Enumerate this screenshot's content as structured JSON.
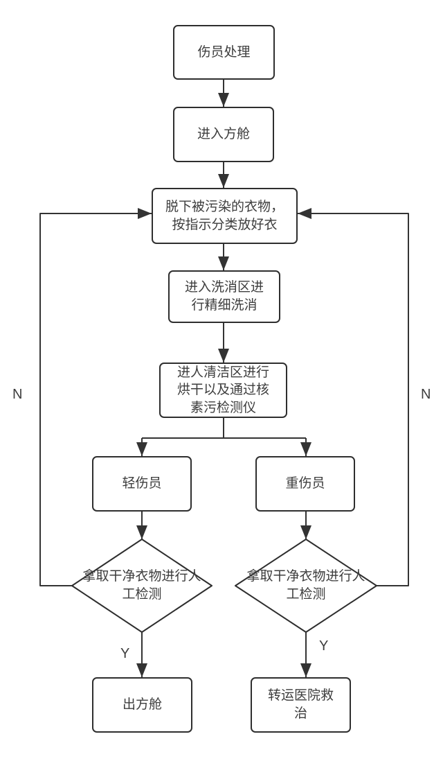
{
  "diagram": {
    "colors": {
      "background": "#ffffff",
      "line": "#333333",
      "node_border": "#2e2e2e",
      "node_fill": "#ffffff",
      "text": "#3d3d3d"
    },
    "nodes": {
      "start": {
        "label": "伤员处理",
        "shape": "process"
      },
      "enter_cabin": {
        "label": "进入方舱",
        "shape": "process"
      },
      "undress": {
        "label": "脱下被污染的衣物，\n按指示分类放好衣",
        "shape": "process"
      },
      "wash": {
        "label": "进入洗消区进\n行精细洗消",
        "shape": "process"
      },
      "clean_dry": {
        "label": "进人清洁区进行\n烘干以及通过核\n素污检测仪",
        "shape": "process"
      },
      "minor_injury": {
        "label": "轻伤员",
        "shape": "process"
      },
      "severe_injury": {
        "label": "重伤员",
        "shape": "process"
      },
      "manual_check_left": {
        "label": "拿取干净衣物进行人\n工检测",
        "shape": "decision"
      },
      "manual_check_right": {
        "label": "拿取干净衣物进行人\n工检测",
        "shape": "decision"
      },
      "exit_cabin": {
        "label": "出方舱",
        "shape": "process"
      },
      "hospital_transfer": {
        "label": "转运医院救\n治",
        "shape": "process"
      }
    },
    "edge_labels": {
      "left_no": "N",
      "right_no": "N",
      "left_yes": "Y",
      "right_yes": "Y"
    }
  }
}
